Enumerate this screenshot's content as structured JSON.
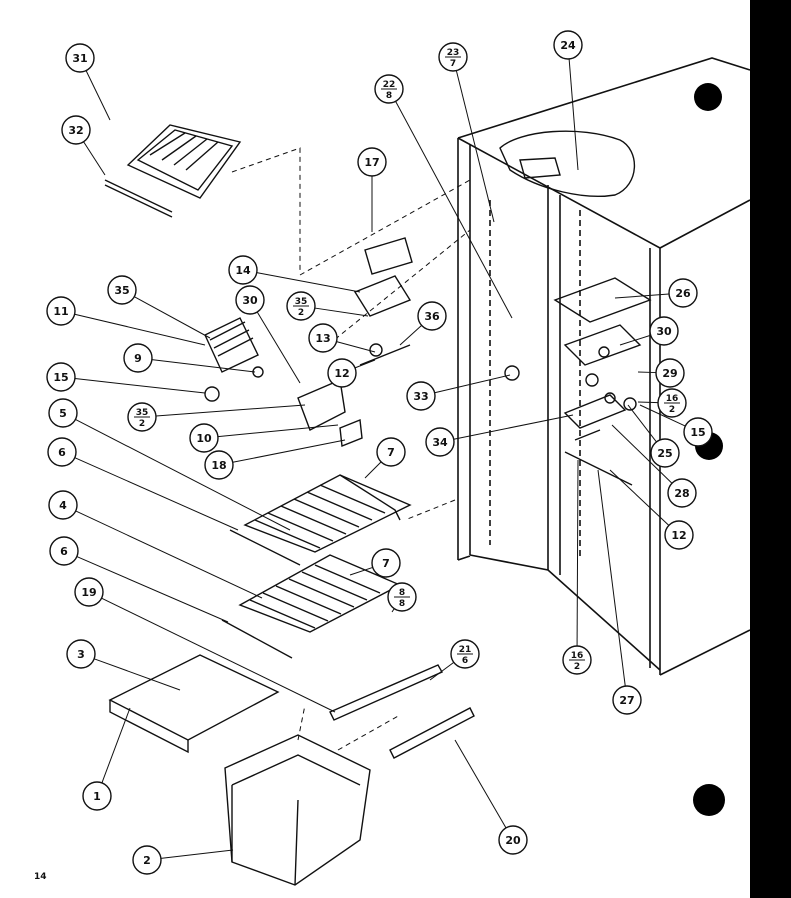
{
  "page": {
    "number": "14"
  },
  "callouts": [
    {
      "label": "31"
    },
    {
      "label": "32"
    },
    {
      "label": "17"
    },
    {
      "label": "14"
    },
    {
      "label": "35",
      "sub": "2"
    },
    {
      "label": "13"
    },
    {
      "label": "36"
    },
    {
      "label": "12"
    },
    {
      "label": "35"
    },
    {
      "label": "11"
    },
    {
      "label": "30"
    },
    {
      "label": "9"
    },
    {
      "label": "15"
    },
    {
      "label": "35",
      "sub": "2"
    },
    {
      "label": "10"
    },
    {
      "label": "18"
    },
    {
      "label": "5"
    },
    {
      "label": "7"
    },
    {
      "label": "6"
    },
    {
      "label": "4"
    },
    {
      "label": "7"
    },
    {
      "label": "6"
    },
    {
      "label": "8",
      "sub": "8"
    },
    {
      "label": "19"
    },
    {
      "label": "21",
      "sub": "6"
    },
    {
      "label": "3"
    },
    {
      "label": "1"
    },
    {
      "label": "2"
    },
    {
      "label": "20"
    },
    {
      "label": "23",
      "sub": "7"
    },
    {
      "label": "22",
      "sub": "8"
    },
    {
      "label": "24"
    },
    {
      "label": "26"
    },
    {
      "label": "30"
    },
    {
      "label": "29"
    },
    {
      "label": "16",
      "sub": "2"
    },
    {
      "label": "15"
    },
    {
      "label": "33"
    },
    {
      "label": "34"
    },
    {
      "label": "25"
    },
    {
      "label": "28"
    },
    {
      "label": "12"
    },
    {
      "label": "16",
      "sub": "2"
    },
    {
      "label": "27"
    }
  ]
}
